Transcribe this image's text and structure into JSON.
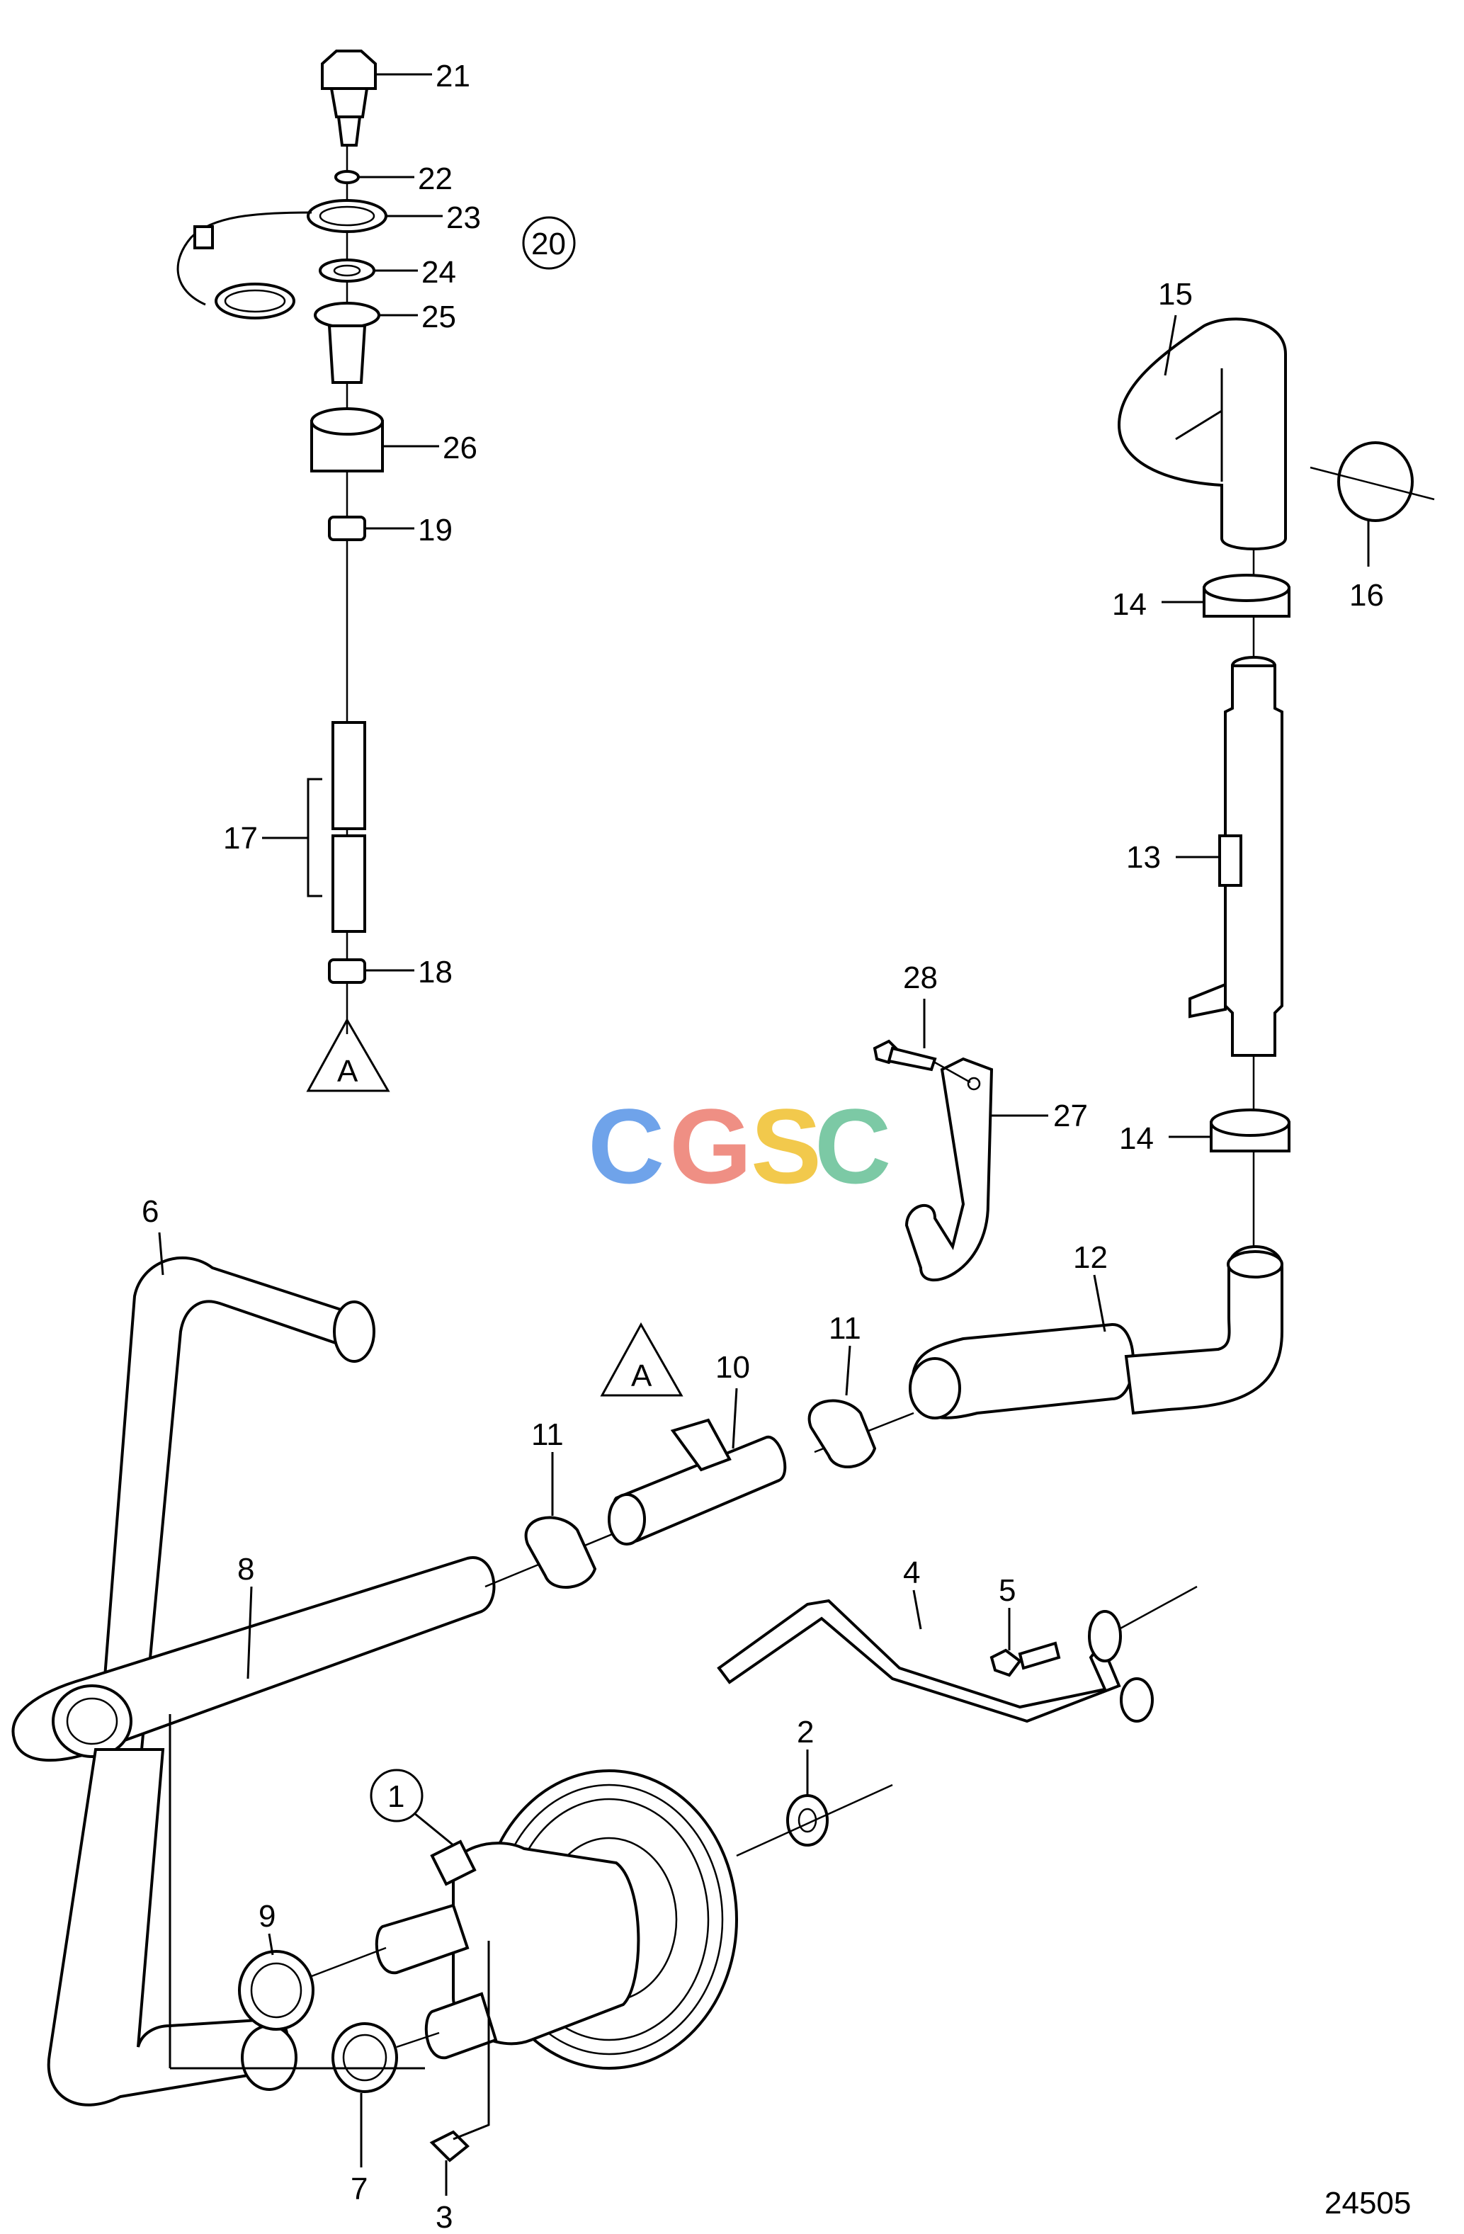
{
  "drawing_number": "24505",
  "watermark": {
    "letters": [
      "C",
      "G",
      "S",
      "C"
    ],
    "colors": [
      "#6fa3ea",
      "#ef8f84",
      "#f2c94c",
      "#7cc9a5"
    ]
  },
  "reference_marker": "A",
  "labels": {
    "p1": "1",
    "p2": "2",
    "p3": "3",
    "p4": "4",
    "p5": "5",
    "p6": "6",
    "p7": "7",
    "p8": "8",
    "p9": "9",
    "p10": "10",
    "p11a": "11",
    "p11b": "11",
    "p12": "12",
    "p13": "13",
    "p14a": "14",
    "p14b": "14",
    "p15": "15",
    "p16": "16",
    "p17": "17",
    "p18": "18",
    "p19": "19",
    "p20": "20",
    "p21": "21",
    "p22": "22",
    "p23": "23",
    "p24": "24",
    "p25": "25",
    "p26": "26",
    "p27": "27",
    "p28": "28"
  }
}
